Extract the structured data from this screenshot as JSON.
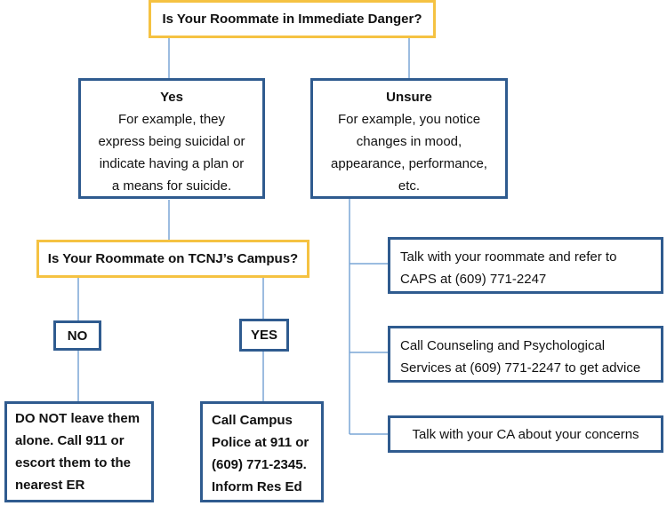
{
  "question1": "Is Your Roommate in Immediate Danger?",
  "yes_box": {
    "title": "Yes",
    "line1": "For example, they",
    "line2": "express being suicidal or",
    "line3": "indicate having a plan or",
    "line4": "a means for suicide."
  },
  "unsure_box": {
    "title": "Unsure",
    "line1": "For example, you notice",
    "line2": "changes in mood,",
    "line3": "appearance, performance,",
    "line4": "etc."
  },
  "question2": "Is Your Roommate on TCNJ’s Campus?",
  "no_label": "NO",
  "yes_label": "YES",
  "no_action": {
    "line1": "DO NOT leave them",
    "line2": "alone.  Call 911 or",
    "line3": "escort them to the",
    "line4": "nearest ER"
  },
  "yes_action": {
    "line1": "Call Campus",
    "line2": "Police at 911 or",
    "line3": "(609) 771-2345.",
    "line4": "Inform Res Ed"
  },
  "unsure_actions": [
    {
      "line1": "Talk with your roommate and refer to",
      "line2": "CAPS at (609) 771-2247"
    },
    {
      "line1": "Call Counseling and Psychological",
      "line2": "Services at (609) 771-2247 to get advice"
    },
    {
      "line1": "Talk with your CA about your concerns"
    }
  ],
  "colors": {
    "gold": "#f5c242",
    "blue": "#2f5b8f",
    "line": "#7aa6d6"
  }
}
